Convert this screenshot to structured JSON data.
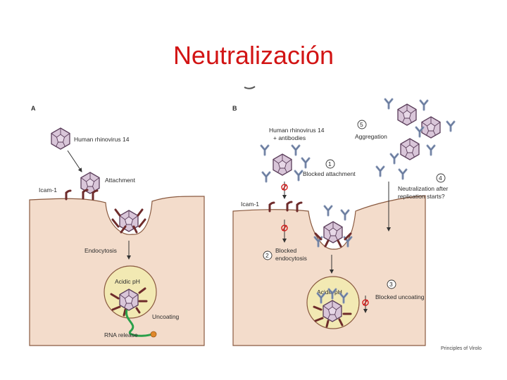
{
  "title": "Neutralización",
  "credit": "Principles of Virolo",
  "panel_a": {
    "letter": "A",
    "virus": "Human rhinovirus 14",
    "attachment": "Attachment",
    "receptor": "Icam-1",
    "endocytosis": "Endocytosis",
    "acidic": "Acidic pH",
    "uncoating": "Uncoating",
    "rna": "RNA release"
  },
  "panel_b": {
    "letter": "B",
    "virus_line1": "Human rhinovirus 14",
    "virus_line2": "+ antibodies",
    "receptor": "Icam-1",
    "acidic": "Acidic pH",
    "aggregation": "Aggregation",
    "blocked_attachment": "Blocked attachment",
    "blocked_endocytosis_line1": "Blocked",
    "blocked_endocytosis_line2": "endocytosis",
    "blocked_uncoating": "Blocked uncoating",
    "neutralization_line1": "Neutralization after",
    "neutralization_line2": "replication starts?",
    "steps": [
      "1",
      "2",
      "3",
      "4",
      "5"
    ]
  }
}
